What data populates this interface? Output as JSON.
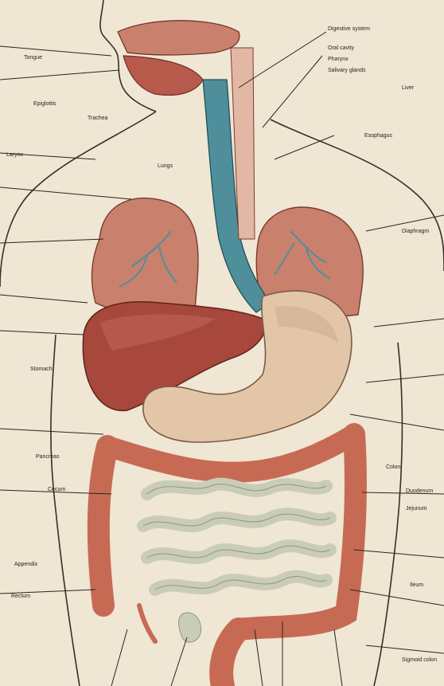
{
  "labels": {
    "top_1": "Digestive system",
    "top_2": "Oral cavity",
    "top_3": "Pharynx",
    "top_4": "Salivary glands",
    "left_1": "Tongue",
    "left_2": "Epiglottis",
    "left_3": "Trachea",
    "left_4": "Larynx",
    "mid_1": "Lungs",
    "right_1": "Esophagus",
    "right_2": "Diaphragm",
    "right_3": "Liver",
    "right_4": "Stomach",
    "right_5": "Pancreas",
    "right_6": "Colon",
    "right_7": "Duodenum",
    "right_8": "Jejunum",
    "bottom_1": "Cecum",
    "bottom_2": "Appendix",
    "bottom_3": "Rectum",
    "bottom_4": "Ileum",
    "bottom_5": "Sigmoid colon"
  },
  "colors": {
    "paper": "#efe6d4",
    "ink": "#2a2420",
    "liver": "#a8473c",
    "stomach": "#e3c6a8",
    "intestine": "#c9cdb8",
    "colon": "#c76a54",
    "esophagus": "#4f8f9c",
    "lung": "#c9806d"
  }
}
